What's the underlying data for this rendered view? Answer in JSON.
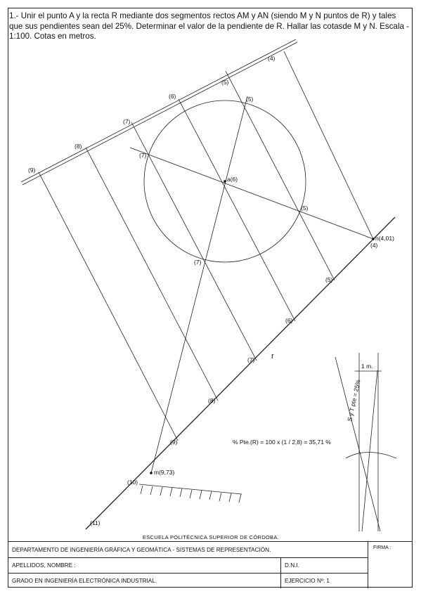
{
  "statement": "1.- Unir el punto A  y la recta R mediante dos segmentos rectos AM y AN (siendo M y N puntos de R) y tales que sus pendientes sean del 25%.  Determinar el valor de la pendiente de R. Hallar las cotasde M y N. Escala - 1:100. Cotas en metros.",
  "drawing": {
    "line_r_label": "r",
    "top_contour_labels": [
      "(4)",
      "(5)",
      "(6)",
      "(7)",
      "(8)",
      "(9)"
    ],
    "r_contour_labels": [
      "(4)",
      "(5)",
      "(6)",
      "(7)",
      "(8)",
      "(9)",
      "(10)",
      "(11)"
    ],
    "point_a_label": "a(6)",
    "point_n_label": "n(4,01)",
    "point_m_label": "m(9,73)",
    "circle_labels": {
      "top": "(5)",
      "left": "(7)",
      "right": "(5)",
      "bottom": "(7)"
    },
    "slope_formula": "% Pte.(R) = 100 x (1 / 2,8) = 35,71 %",
    "scale_label": "1 m.",
    "slope_label": "S y T pte = 25%"
  },
  "title_block": {
    "school": "ESCUELA POLITÉCNICA SUPERIOR DE CÓRDOBA.",
    "department": "DEPARTAMENTO  DE  INGENIERÍA  GRÁFICA  Y  GEOMÁTICA  -  SISTEMAS  DE  REPRESENTACIÓN.",
    "firma_label": "FIRMA :",
    "names_label": "APELLIDOS,  NOMBRE :",
    "dni_label": "D.N.I.",
    "degree": "GRADO EN INGENIERÍA ELECTRÓNICA INDUSTRIAL.",
    "exercise_label": "EJERCICIO Nº: 1"
  }
}
